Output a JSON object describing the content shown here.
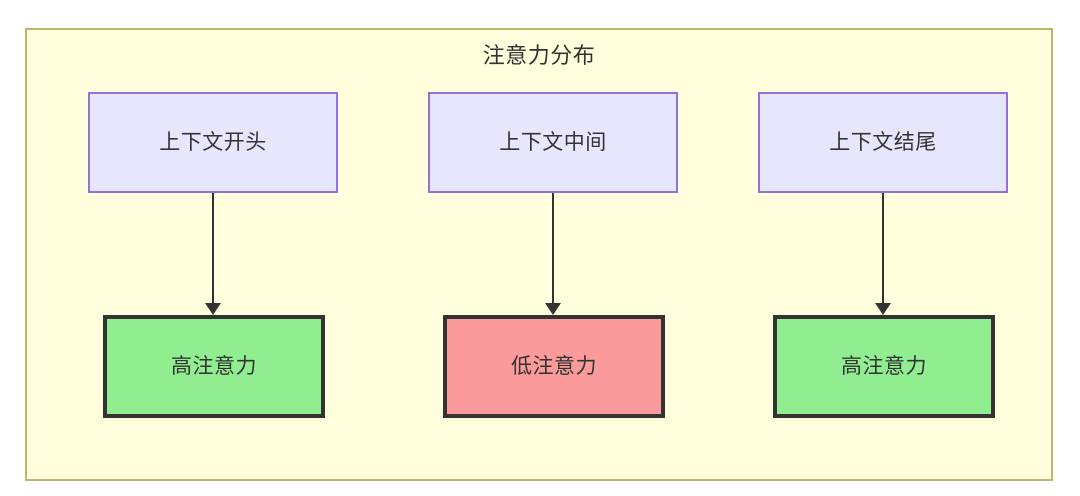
{
  "diagram": {
    "title": "注意力分布",
    "type": "flowchart",
    "container": {
      "fill": "#ffffde",
      "border": "#bdb76b"
    },
    "palette": {
      "context_fill": "#e6e6fd",
      "context_border": "#9370db",
      "high_attention_fill": "#90ee90",
      "low_attention_fill": "#fa9a9a",
      "node_border_dark": "#333333",
      "edge": "#333333",
      "text": "#333333"
    },
    "columns": [
      {
        "id": "start",
        "source": {
          "label": "上下文开头"
        },
        "target": {
          "label": "高注意力",
          "level": "high"
        }
      },
      {
        "id": "middle",
        "source": {
          "label": "上下文中间"
        },
        "target": {
          "label": "低注意力",
          "level": "low"
        }
      },
      {
        "id": "end",
        "source": {
          "label": "上下文结尾"
        },
        "target": {
          "label": "高注意力",
          "level": "high"
        }
      }
    ]
  }
}
